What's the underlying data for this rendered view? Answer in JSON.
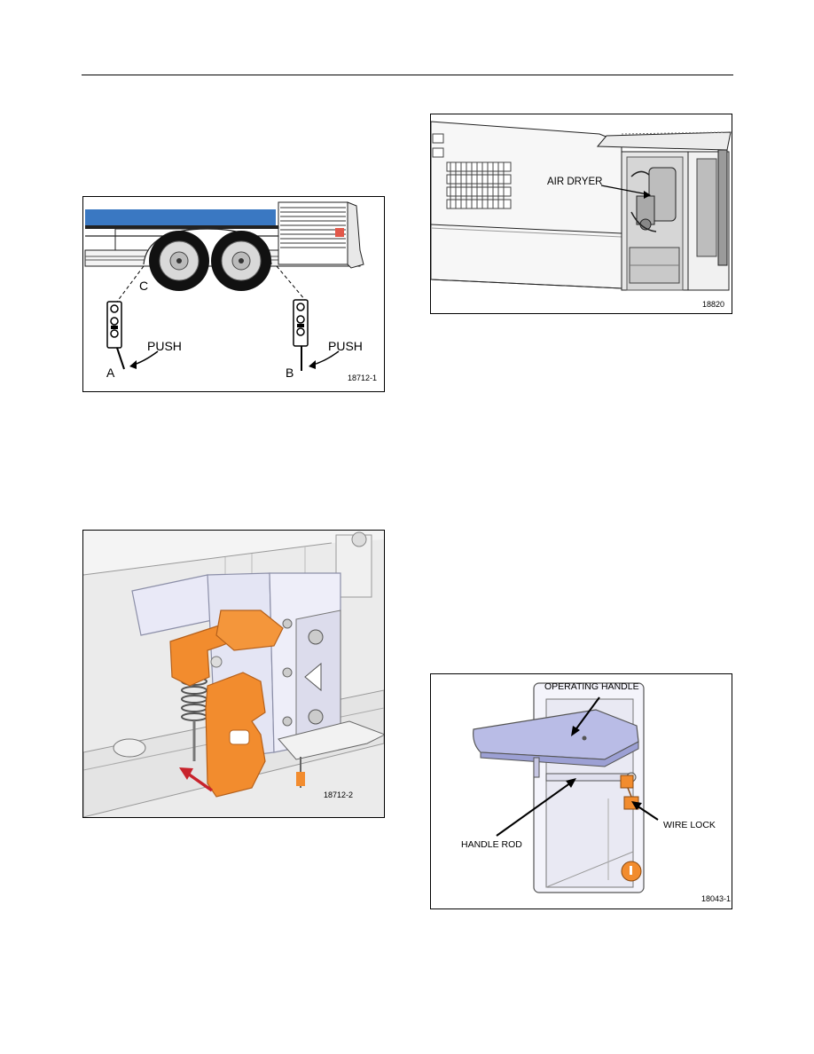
{
  "figures": {
    "fig1": {
      "code": "18712-1",
      "labels": {
        "a": "A",
        "b": "B",
        "c": "C",
        "push_left": "PUSH",
        "push_right": "PUSH"
      }
    },
    "fig2": {
      "code": "18712-2"
    },
    "fig3": {
      "code": "18820",
      "labels": {
        "air_dryer": "AIR DRYER"
      }
    },
    "fig4": {
      "code": "18043-1",
      "labels": {
        "operating_handle": "OPERATING HANDLE",
        "wire_lock": "WIRE LOCK",
        "handle_rod": "HANDLE ROD"
      }
    }
  },
  "colors": {
    "bus_stripe": "#3a78c2",
    "latch_orange": "#f28c2e",
    "arrow_red": "#c8232c",
    "handle_lavender": "#b9bce6"
  }
}
